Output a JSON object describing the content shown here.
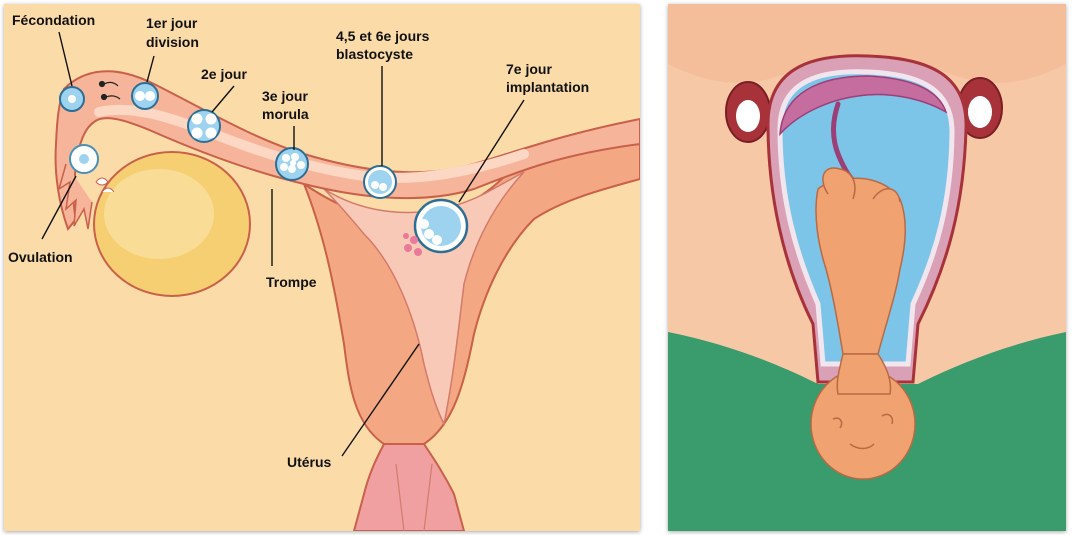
{
  "labels": {
    "fecondation": "Fécondation",
    "jour1_line1": "1er jour",
    "jour1_line2": "division",
    "jour2": "2e jour",
    "jour3_line1": "3e jour",
    "jour3_line2": "morula",
    "jour456_line1": "4,5 et 6e jours",
    "jour456_line2": "blastocyste",
    "jour7_line1": "7e jour",
    "jour7_line2": "implantation",
    "ovulation": "Ovulation",
    "trompe": "Trompe",
    "uterus": "Utérus"
  },
  "colors": {
    "left_background": "#fbdca8",
    "tissue": "#f3a883",
    "tissue_edge": "#c9604a",
    "ovary": "#f6cf72",
    "embryo": "#9ed3ef",
    "amniotic_fluid": "#7cc4e8",
    "floor_green": "#3a9b6c",
    "fetus": "#f1a271"
  }
}
